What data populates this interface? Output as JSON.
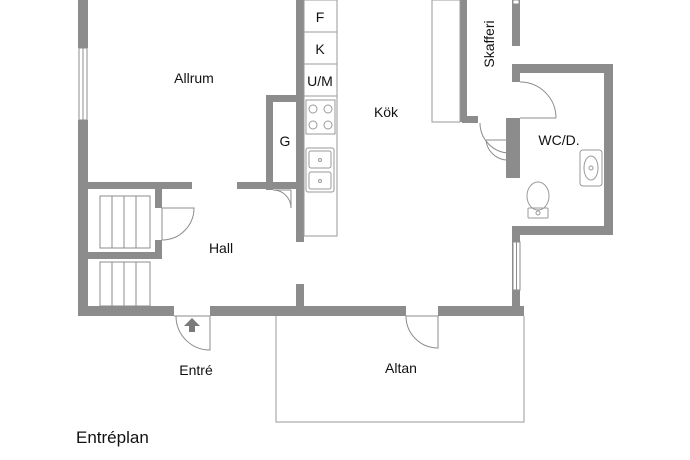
{
  "floor_title": "Entréplan",
  "rooms": {
    "allrum": "Allrum",
    "kok": "Kök",
    "skafferi": "Skafferi",
    "wc": "WC/D.",
    "hall": "Hall",
    "entre": "Entré",
    "altan": "Altan",
    "garderob": "G"
  },
  "cabinets": {
    "fridge": "F",
    "freezer": "K",
    "oven": "U/M"
  },
  "colors": {
    "wall": "#8c8c8c",
    "fixture_line": "#9a9a9a",
    "background": "#ffffff",
    "text": "#111111"
  }
}
